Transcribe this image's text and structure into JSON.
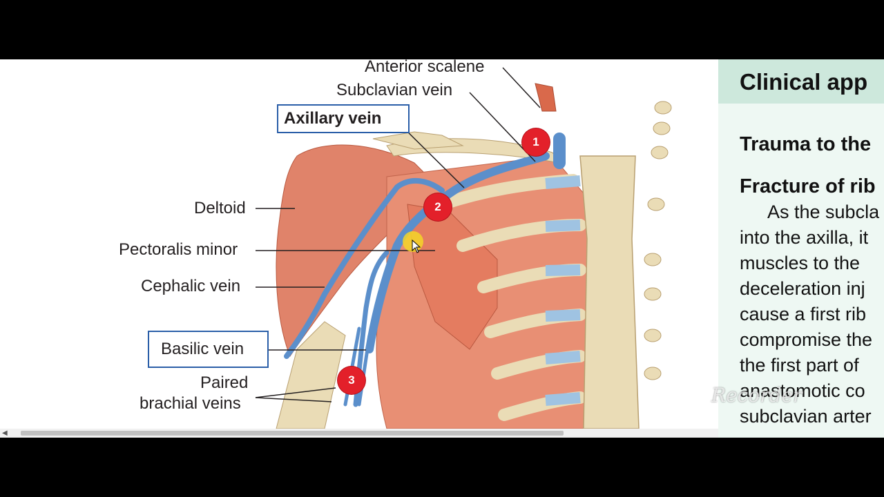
{
  "figure": {
    "labels": {
      "anterior_scalene": "Anterior scalene",
      "subclavian_vein": "Subclavian vein",
      "axillary_vein": "Axillary vein",
      "deltoid": "Deltoid",
      "pectoralis_minor": "Pectoralis minor",
      "cephalic_vein": "Cephalic vein",
      "basilic_vein": "Basilic vein",
      "paired_brachial_veins_line1": "Paired",
      "paired_brachial_veins_line2": "brachial veins"
    },
    "markers": [
      "1",
      "2",
      "3"
    ],
    "colors": {
      "muscle": "#e2866a",
      "vein": "#5b8fcb",
      "bone": "#eadcb6",
      "box_border": "#2a5ea8",
      "marker": "#e3202a"
    }
  },
  "panel": {
    "title": "Clinical app",
    "heading1": "Trauma to the",
    "heading2": "Fracture of rib",
    "lines": [
      "As the subcla",
      "into the axilla, it",
      "muscles to the",
      "deceleration inj",
      "cause a first rib",
      "compromise the",
      "the first part of",
      "anastomotic co",
      "subclavian arter"
    ]
  },
  "watermark": "Recorder"
}
